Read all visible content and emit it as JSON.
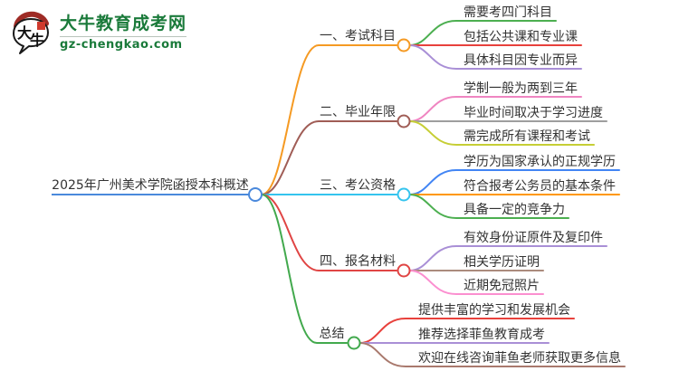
{
  "logo": {
    "brand_name": "大牛教育成考网",
    "domain": "gz-chengkao.com",
    "bubble_text_top": "大",
    "bubble_text_bottom": "牛",
    "brand_color": "#1a7a3a",
    "seal_color": "#cf3a2d",
    "arc_color": "#9e2b25"
  },
  "mindmap": {
    "root": {
      "label": "2025年广州美术学院函授本科概述",
      "color": "#4a89dc"
    },
    "branches": [
      {
        "label": "一、考试科目",
        "color": "#f59a23",
        "children": [
          {
            "label": "需要考四门科目",
            "color": "#4caf50"
          },
          {
            "label": "包括公共课和专业课",
            "color": "#e8413c"
          },
          {
            "label": "具体科目因专业而异",
            "color": "#a98fd6"
          }
        ]
      },
      {
        "label": "二、毕业年限",
        "color": "#a05d56",
        "children": [
          {
            "label": "学制一般为两到三年",
            "color": "#ef85c1"
          },
          {
            "label": "毕业时间取决于学习进度",
            "color": "#9e9e9e"
          },
          {
            "label": "需完成所有课程和考试",
            "color": "#c6ce35"
          }
        ]
      },
      {
        "label": "三、考公资格",
        "color": "#35c4ee",
        "children": [
          {
            "label": "学历为国家承认的正规学历",
            "color": "#4285f4"
          },
          {
            "label": "符合报考公务员的基本条件",
            "color": "#ff9800"
          },
          {
            "label": "具备一定的竞争力",
            "color": "#4caf50"
          }
        ]
      },
      {
        "label": "四、报名材料",
        "color": "#e04544",
        "children": [
          {
            "label": "有效身份证原件及复印件",
            "color": "#a98fd6"
          },
          {
            "label": "相关学历证明",
            "color": "#ab8b7d"
          },
          {
            "label": "近期免冠照片",
            "color": "#fb8fd0"
          }
        ]
      },
      {
        "label": "总结",
        "color": "#42a94d",
        "children": [
          {
            "label": "提供丰富的学习和发展机会",
            "color": "#e8413c"
          },
          {
            "label": "推荐选择菲鱼教育成考",
            "color": "#a98fd6"
          },
          {
            "label": "欢迎在线咨询菲鱼老师获取更多信息",
            "color": "#a9796d"
          }
        ]
      }
    ]
  }
}
